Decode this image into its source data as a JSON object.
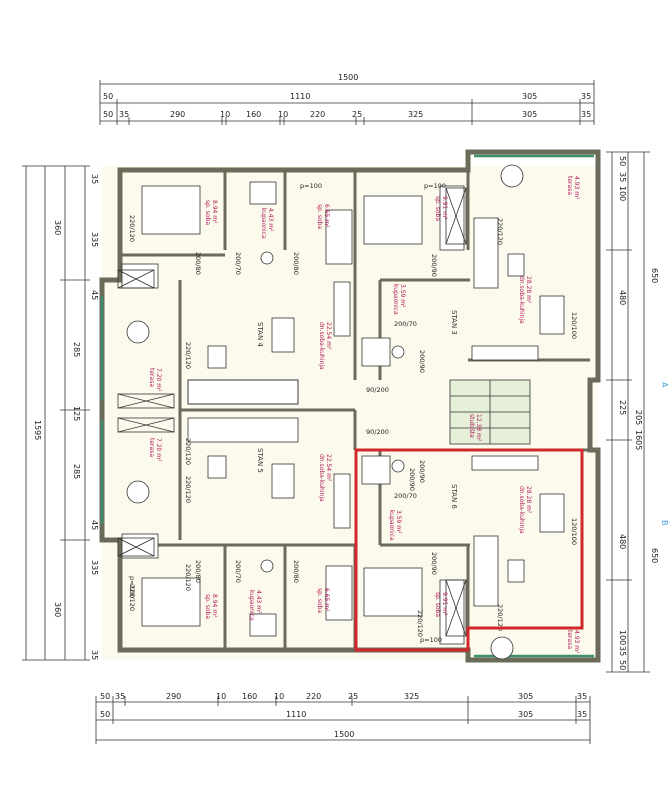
{
  "dimensions": {
    "top_total": "1500",
    "top_row2": [
      "50",
      "1110",
      "305",
      "35"
    ],
    "top_row3": [
      "50",
      "35",
      "290",
      "10",
      "160",
      "10",
      "220",
      "25",
      "325",
      "305",
      "35"
    ],
    "bottom_row1": [
      "50",
      "35",
      "290",
      "10",
      "160",
      "10",
      "220",
      "25",
      "325",
      "305",
      "35"
    ],
    "bottom_row2": [
      "50",
      "1110",
      "305",
      "35"
    ],
    "bottom_total": "1500",
    "left_total": "1595",
    "left_col": [
      "35",
      "360",
      "335",
      "45",
      "285",
      "125",
      "285",
      "45",
      "335",
      "360",
      "35"
    ],
    "right_total": "1605",
    "right_col": [
      "50",
      "35",
      "100",
      "650",
      "480",
      "225",
      "205",
      "480",
      "650",
      "100",
      "35",
      "50"
    ]
  },
  "apartments": [
    "STAN 4",
    "STAN 3",
    "STAN 5",
    "STAN 6"
  ],
  "rooms": [
    {
      "name": "sp. soba",
      "area": "8.94 m²"
    },
    {
      "name": "kupaonica",
      "area": "4.43 m²"
    },
    {
      "name": "sp. soba",
      "area": "6.65 m²"
    },
    {
      "name": "sp. soba",
      "area": "9.91 m²"
    },
    {
      "name": "terasa",
      "area": "4.93 m²"
    },
    {
      "name": "dn.soba-kuhinja",
      "area": "22.54 m²"
    },
    {
      "name": "kupaonica",
      "area": "3.59 m²"
    },
    {
      "name": "dn.soba-kuhinja",
      "area": "28.28 m²"
    },
    {
      "name": "terasa",
      "area": "7.20 m²"
    },
    {
      "name": "terasa",
      "area": "7.20 m²"
    },
    {
      "name": "stubište",
      "area": "12.38 m²"
    },
    {
      "name": "dn.soba-kuhinja",
      "area": "22.54 m²"
    },
    {
      "name": "kupaonica",
      "area": "3.59 m²"
    },
    {
      "name": "dn.soba-kuhinja",
      "area": "28.28 m²"
    },
    {
      "name": "sp. soba",
      "area": "8.94 m²"
    },
    {
      "name": "kupaonica",
      "area": "4.43 m²"
    },
    {
      "name": "sp. soba",
      "area": "6.65 m²"
    },
    {
      "name": "sp. soba",
      "area": "9.91 m²"
    },
    {
      "name": "terasa",
      "area": "4.93 m²"
    }
  ],
  "doors": [
    "220/120",
    "200/80",
    "200/70",
    "200/80",
    "p=100",
    "p=100",
    "220/120",
    "200/90",
    "200/70",
    "200/90",
    "120/100",
    "220/120",
    "220/120",
    "220/120",
    "90/200",
    "90/200",
    "220/120",
    "220/120",
    "200/90",
    "200/70",
    "220/120",
    "120/100",
    "p=100",
    "200/80",
    "200/70",
    "200/80",
    "220/120",
    "p=100",
    "200/90",
    "200/90"
  ],
  "side_marks": [
    "A",
    "B"
  ],
  "highlight_color": "#d0282c"
}
